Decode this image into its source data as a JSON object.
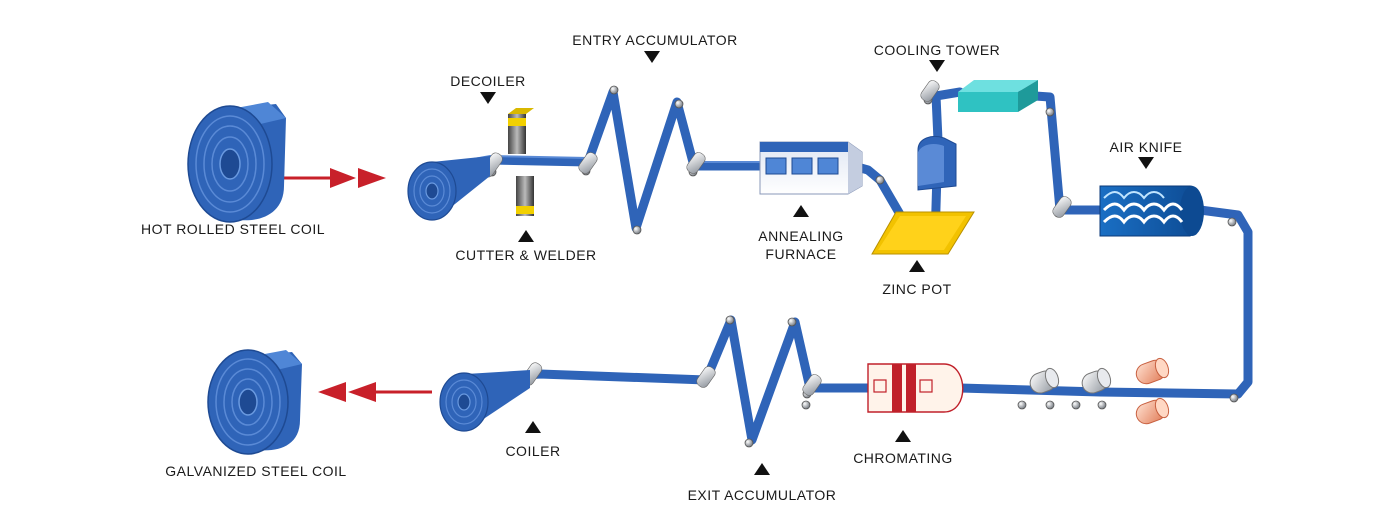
{
  "labels": {
    "hot_rolled_coil": "HOT ROLLED STEEL COIL",
    "decoiler": "DECOILER",
    "cutter_welder": "CUTTER & WELDER",
    "entry_accumulator": "ENTRY ACCUMULATOR",
    "annealing_furnace_1": "ANNEALING",
    "annealing_furnace_2": "FURNACE",
    "cooling_tower": "COOLING TOWER",
    "zinc_pot": "ZINC POT",
    "air_knife": "AIR KNIFE",
    "chromating": "CHROMATING",
    "exit_accumulator": "EXIT ACCUMULATOR",
    "coiler": "COILER",
    "galvanized_coil": "GALVANIZED STEEL COIL"
  },
  "colors": {
    "strip": "#2f64b8",
    "strip_dark": "#1e4a93",
    "coil_light": "#4f86d6",
    "roller": "#9aa0a8",
    "arrow": "#c8202a",
    "zinc": "#f2c200",
    "cooling": "#2fc2c2",
    "chromating_band": "#c0202a",
    "copper": "#f0a080"
  }
}
